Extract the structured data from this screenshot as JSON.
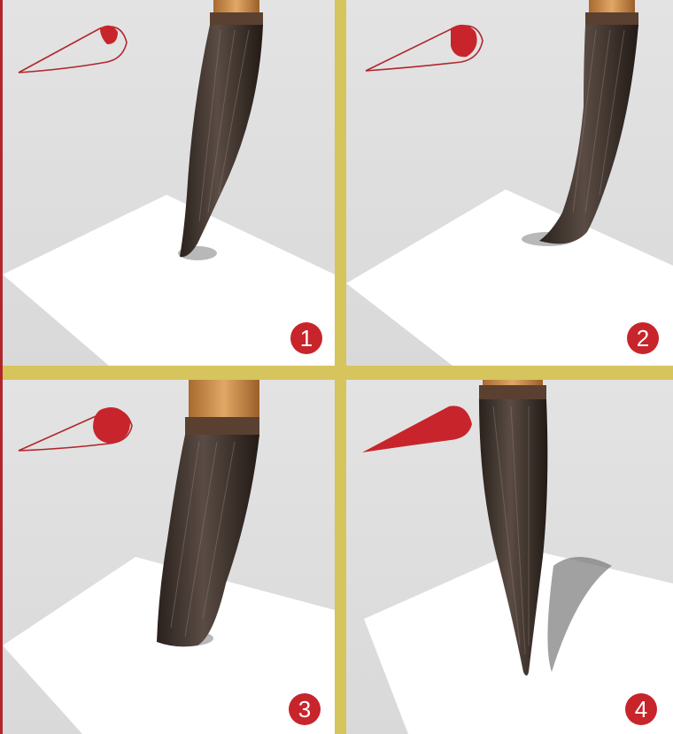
{
  "colors": {
    "frame": "#d6c45d",
    "accent_red": "#c7252b",
    "sketch_red": "#b1262c",
    "panel_background": "#dedede",
    "paper": "#ffffff",
    "brush_hair": "#3b302b",
    "brush_ferrule": "#5a4030",
    "brush_handle": "#c88a4a"
  },
  "panels": [
    {
      "badge": "1",
      "icon": "brush-stroke-outline-small-tip-icon"
    },
    {
      "badge": "2",
      "icon": "brush-stroke-outline-medium-tip-icon"
    },
    {
      "badge": "3",
      "icon": "brush-stroke-outline-large-tip-icon"
    },
    {
      "badge": "4",
      "icon": "brush-stroke-filled-icon"
    }
  ]
}
